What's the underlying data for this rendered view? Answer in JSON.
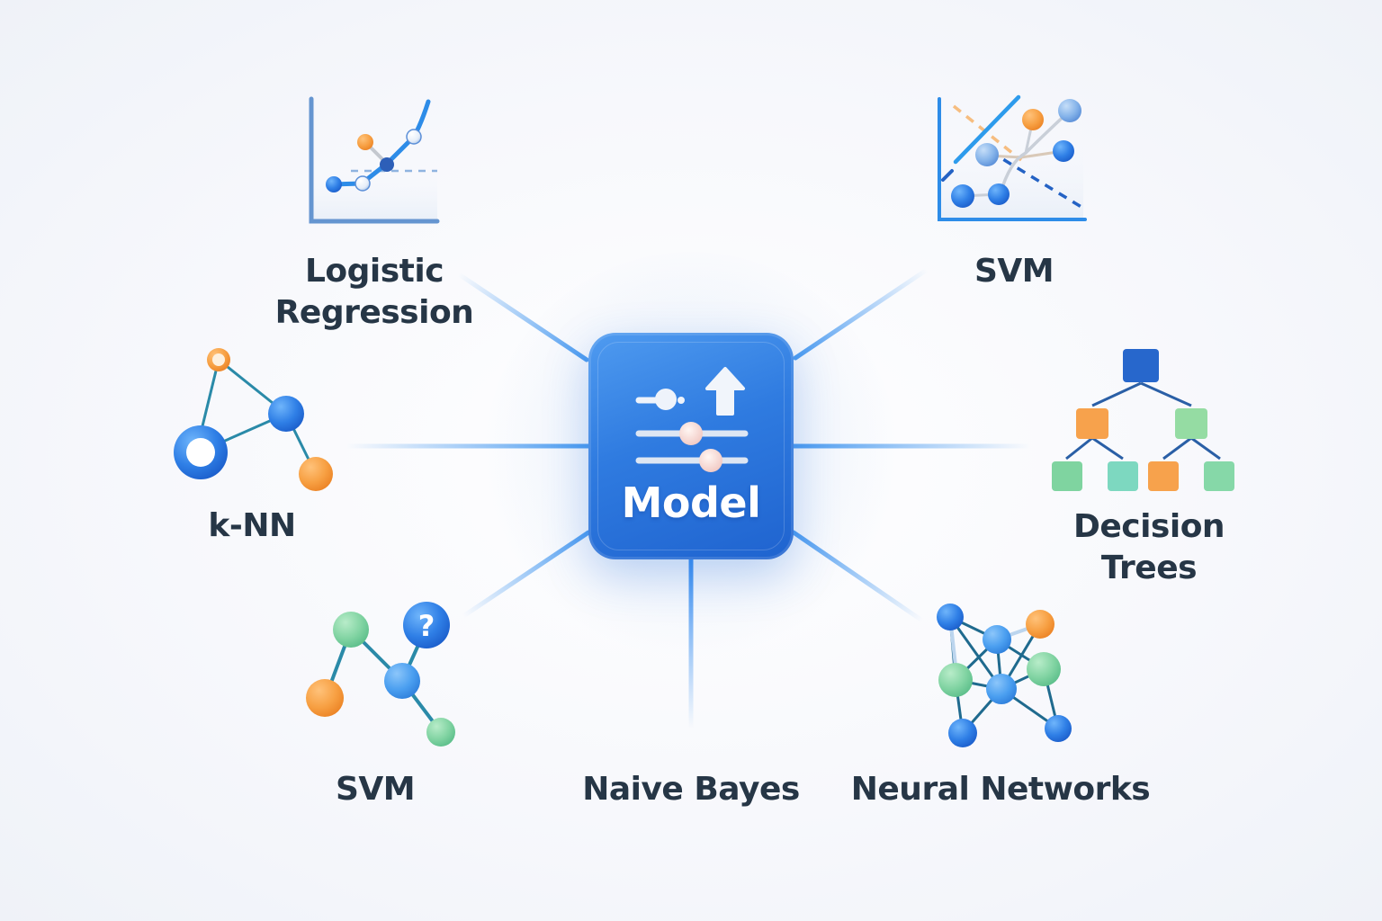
{
  "diagram": {
    "center": {
      "label": "Model",
      "icon": "sliders-upload-icon"
    },
    "nodes": [
      {
        "id": "logistic-regression",
        "label_lines": [
          "Logistic",
          "Regression"
        ],
        "icon": "line-chart-icon"
      },
      {
        "id": "svm-top",
        "label_lines": [
          "SVM"
        ],
        "icon": "scatter-boundary-icon"
      },
      {
        "id": "knn",
        "label_lines": [
          "k-NN"
        ],
        "icon": "neighbor-graph-icon"
      },
      {
        "id": "decision-trees",
        "label_lines": [
          "Decision",
          "Trees"
        ],
        "icon": "tree-hierarchy-icon"
      },
      {
        "id": "svm-bottom",
        "label_lines": [
          "SVM"
        ],
        "icon": "query-graph-icon"
      },
      {
        "id": "naive-bayes",
        "label_lines": [
          "Naive Bayes"
        ],
        "icon": "none"
      },
      {
        "id": "neural-networks",
        "label_lines": [
          "Neural Networks"
        ],
        "icon": "neural-mesh-icon"
      }
    ],
    "edges": [
      {
        "from": "center",
        "to": "logistic-regression"
      },
      {
        "from": "center",
        "to": "svm-top"
      },
      {
        "from": "center",
        "to": "knn"
      },
      {
        "from": "center",
        "to": "decision-trees"
      },
      {
        "from": "center",
        "to": "svm-bottom"
      },
      {
        "from": "center",
        "to": "naive-bayes"
      },
      {
        "from": "center",
        "to": "neural-networks"
      }
    ],
    "colors": {
      "accent_blue": "#2f7be0",
      "hub_dark": "#1f63cf",
      "line_blue": "#5aa6f0",
      "orange": "#f7a043",
      "green": "#7fd3a0",
      "teal_line": "#2a8aa8",
      "text": "#263646"
    }
  }
}
